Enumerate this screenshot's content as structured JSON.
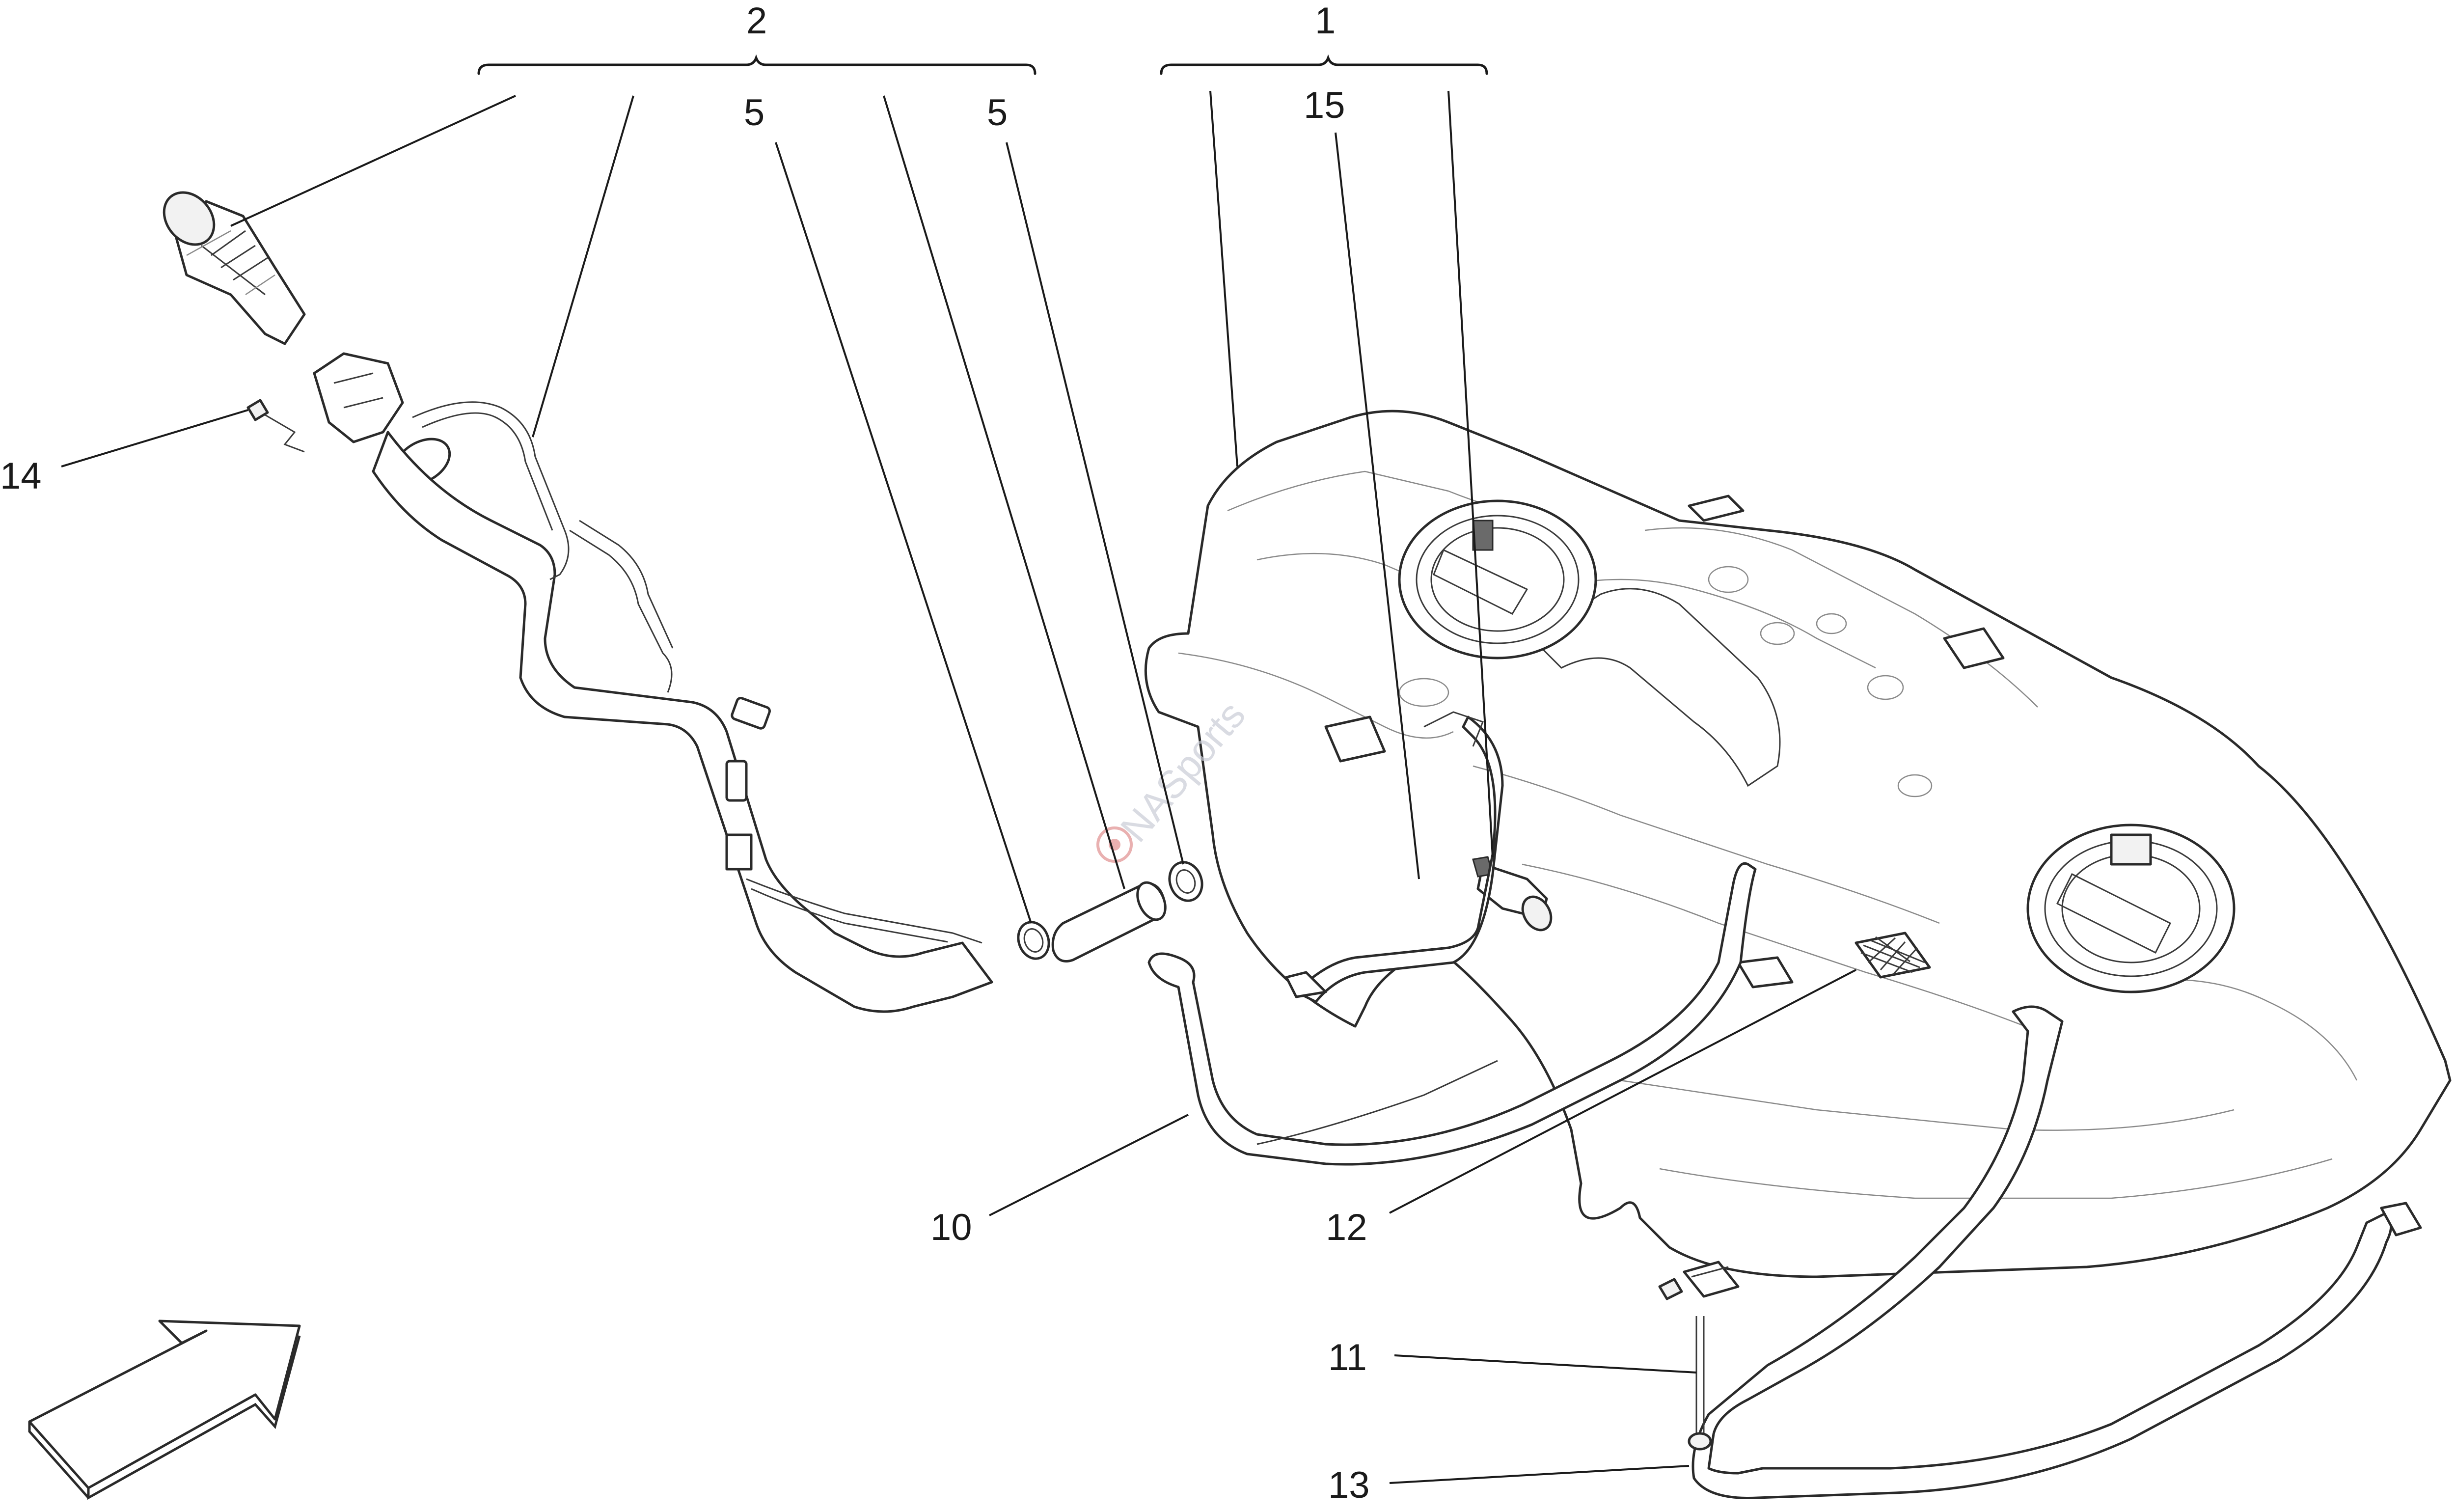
{
  "callouts": {
    "c1": "1",
    "c2": "2",
    "c5a": "5",
    "c5b": "5",
    "c10": "10",
    "c11": "11",
    "c12": "12",
    "c13": "13",
    "c14": "14",
    "c15": "15"
  },
  "watermark": {
    "text": "NASports"
  }
}
